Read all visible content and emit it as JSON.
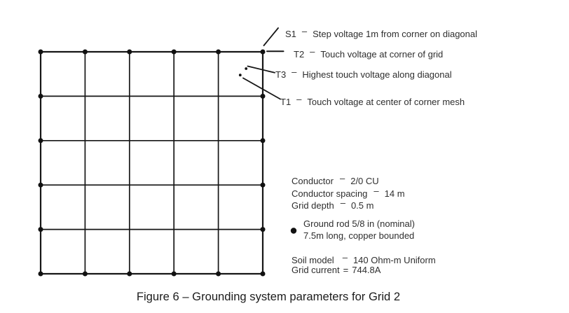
{
  "figure": {
    "caption": "Figure 6 – Grounding system parameters for Grid 2"
  },
  "colors": {
    "ink": "#2e2e2e",
    "line": "#161616",
    "background": "#ffffff"
  },
  "grid": {
    "mesh_rows": 5,
    "mesh_cols": 5,
    "ground_rod_count": 20
  },
  "annotations": {
    "s1": {
      "label": "S1",
      "sep": "–",
      "text": "Step voltage 1m from corner on diagonal"
    },
    "t2": {
      "label": "T2",
      "sep": "–",
      "text": "Touch voltage at corner of grid"
    },
    "t3": {
      "label": "T3",
      "sep": "–",
      "text": "Highest touch voltage along diagonal"
    },
    "t1": {
      "label": "T1",
      "sep": "–",
      "text": "Touch voltage at center of corner mesh"
    }
  },
  "parameters": {
    "conductor": {
      "name": "Conductor",
      "sep": "–",
      "value": "2/0 CU"
    },
    "spacing": {
      "name": "Conductor spacing",
      "sep": "–",
      "value": "14 m"
    },
    "depth": {
      "name": "Grid depth",
      "sep": "–",
      "value": "0.5 m"
    },
    "soil_model": {
      "name": "Soil model",
      "sep": "–",
      "value": "140 Ohm-m Uniform"
    },
    "grid_current": {
      "name": "Grid current",
      "sep": "=",
      "value": "744.8A"
    }
  },
  "rod_legend": {
    "line1": "Ground rod 5/8 in (nominal)",
    "line2": "7.5m long, copper bounded"
  }
}
